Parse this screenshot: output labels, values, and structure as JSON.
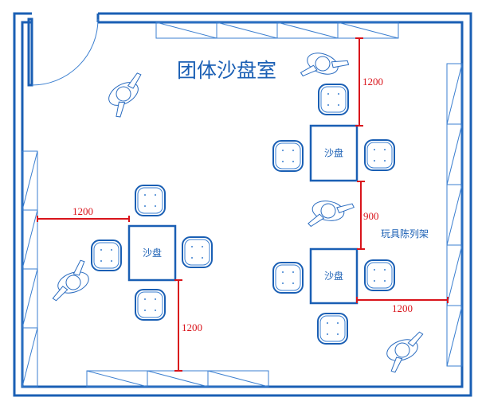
{
  "room_title": "团体沙盘室",
  "shelf_label": "玩具陈列架",
  "tables": [
    {
      "label": "沙盘"
    },
    {
      "label": "沙盘"
    },
    {
      "label": "沙盘"
    }
  ],
  "dimensions": [
    {
      "value": "1200"
    },
    {
      "value": "900"
    },
    {
      "value": "1200"
    },
    {
      "value": "1200"
    },
    {
      "value": "1200"
    }
  ],
  "colors": {
    "wall": "#1a5fb4",
    "dimension": "#d9141b"
  }
}
